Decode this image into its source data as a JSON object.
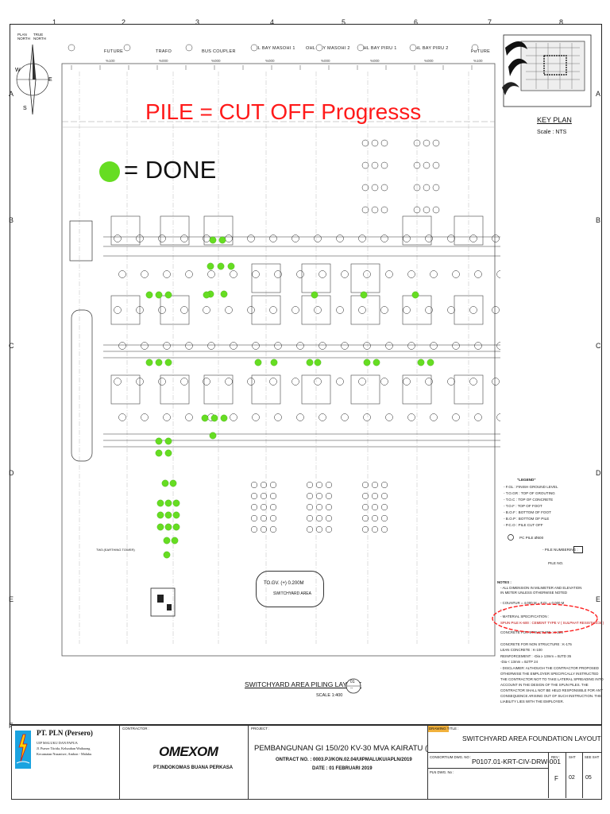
{
  "annotations": {
    "progress_title": "PILE = CUT OFF Progresss",
    "done_label": "= DONE",
    "progress_color": "#ff1a1a",
    "done_color": "#66dd22"
  },
  "grid": {
    "columns": [
      "1",
      "2",
      "3",
      "4",
      "5",
      "6",
      "7",
      "8"
    ],
    "rows": [
      "A",
      "B",
      "C",
      "D",
      "E",
      "F"
    ]
  },
  "north": {
    "plan_north": "PLAN NORTH",
    "true_north": "TRUE NORTH"
  },
  "bays": [
    {
      "title": "FUTURE",
      "sub": "%100"
    },
    {
      "title": "TRAFO",
      "sub": "%000"
    },
    {
      "title": "BUS COUPLER",
      "sub": "%000"
    },
    {
      "title": "OHL BAY MASOHI 1",
      "sub": "%000"
    },
    {
      "title": "OHL BAY MASOHI 2",
      "sub": "%000"
    },
    {
      "title": "OHL BAY PIRU 1",
      "sub": "%000"
    },
    {
      "title": "OHL BAY PIRU 2",
      "sub": "%000"
    },
    {
      "title": "FUTURE",
      "sub": "%100"
    }
  ],
  "keyplan": {
    "title": "KEY PLAN",
    "scale": "Scale : NTS"
  },
  "legend": {
    "title": "\"LEGEND\"",
    "items": [
      "- F.GL    : FINISH GROUND LEVEL",
      "- T.O.GR  : TOP OF GROUTING",
      "- T.O.C   : TOP OF CONCRETE",
      "- T.O.F   : TOP OF FOOT",
      "- B.O.F   : BOTTOM OF FOOT",
      "- B.O.P   : BOTTOM OF PILE",
      "- P.C.O   : PILE CUT OFF"
    ],
    "pile_symbol": "PC PILE Ø600",
    "pile_numbering": "- PILE NUMBERING :",
    "pile_no": "PILE NO."
  },
  "notes": {
    "title": "NOTES :",
    "lines": [
      "- ALL DIMENSION IN MILIMETER AND ELEVATION",
      "  IN METER UNLESS OTHERWISE NOTED",
      "- COUNTUR = 4.000 M = F.GL ± 0.000 M",
      "- ...",
      "- MATERIAL SPECIFICATION :",
      "  SPUN PILE K-600 : CEMENT TYPE V ( SULPHAT RESISTANCE )",
      "  CONCRETE FOR STRUCTURE        : K-225",
      "  CONCRETE FOR NON STRUCTURE : K-175",
      "  LEAN CONCRETE                    : K-100",
      "  REINFORCEMENT : -Dia ≥ 13mm = BJTD 35",
      "                           -Dia < 13mm = BJTP 24",
      "- DISCLAIMER: ALTHOUGH THE CONTRACTOR PROPOSED",
      "  OTHERWISE THE EMPLOYER SPECIFICALLY INSTRUCTED",
      "  THE CONTRACTOR NOT TO TAKE LATERAL SPREADING INTO",
      "  ACCOUNT IN THE DESIGN OF THE SPUN PILES. THE",
      "  CONTRACTOR SHALL NOT BE HELD RESPONSIBLE FOR ANY",
      "  CONSEQUENCE ARISING OUT OF SUCH INSTRUCTION. THE",
      "  LIABILITY LIES WITH THE EMPLOYER."
    ]
  },
  "drawing": {
    "level_tag": "TO.GV. (+) 0.200M",
    "level_sub": "SWITCHYARD AREA",
    "plan_title": "SWITCHYARD AREA PILING LAYOUT",
    "plan_scale": "SCALE 1:400",
    "plan_ref_top": "01",
    "plan_ref_bottom": "--",
    "earthing_label": "TW3 (EARTHING TOWER)"
  },
  "titleblock": {
    "owner": "PT. PLN (Persero)",
    "owner_lines": [
      "UIP MALUKU DAN PAPUA",
      "Jl. Pueser Tiirida, Kelurahan Waihaong",
      "Kecamatan Nusaniwe, Ambon - Maluku"
    ],
    "contractor_label": "CONTRACTOR :",
    "contractor_logo": "OMEXOM",
    "contractor_name": "PT.INDOKOMAS BUANA PERKASA",
    "project_label": "PROJECT :",
    "project_title": "PEMBANGUNAN GI 150/20 KV-30 MVA KAIRATU ( NEW )",
    "contract_no": "ONTRACT NO. : 0003.PJ/KON.02.04/UIPMALUKU/APLN/2019",
    "date": "DATE : 01 FEBRUARI 2019",
    "drawing_title_label": "DRAWING TITLE :",
    "drawing_title": "SWITCHYARD AREA FOUNDATION LAYOUT",
    "consortium_label": "CONSORTIUM DWG. NO :",
    "dwg_no": "P0107.01-KRT-CIV-DRW-001",
    "rev_label": "REV :",
    "sheet_label": "SHT",
    "see_label": "SEE SHT",
    "rev": "F",
    "sheet": "02",
    "see_sheet": "05",
    "pln_dwg_label": "PLN DWG. No :"
  }
}
